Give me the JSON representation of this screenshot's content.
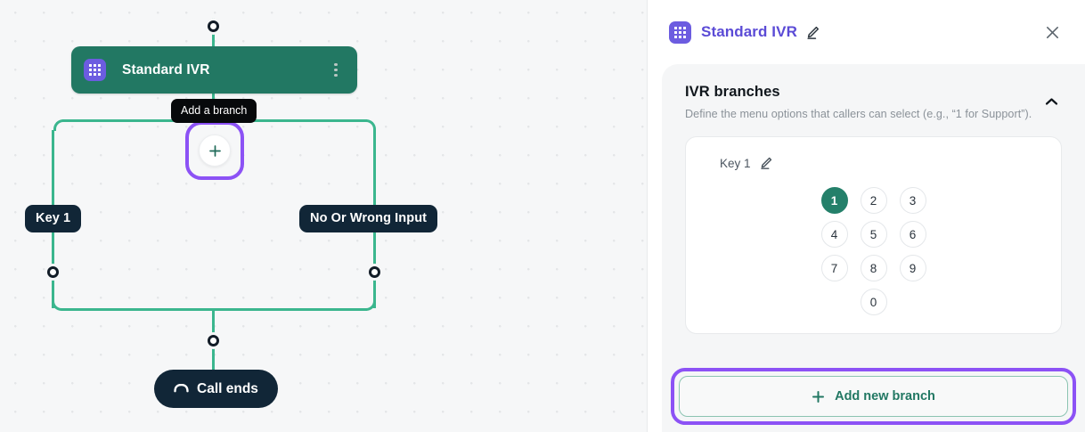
{
  "canvas": {
    "ivr_node": {
      "title": "Standard IVR",
      "icon": "keypad-grid-icon",
      "menu_icon": "more-vertical-icon",
      "color": "#227863",
      "icon_color": "#6c5ce0"
    },
    "tooltip": {
      "text": "Add a branch"
    },
    "add_branch_button": {
      "icon": "plus-icon",
      "highlight_color": "#8c52f5"
    },
    "branch_labels": [
      {
        "text": "Key 1"
      },
      {
        "text": "No Or Wrong Input"
      }
    ],
    "end_node": {
      "label": "Call ends",
      "icon": "phone-hangup-icon"
    },
    "edge_color": "#3bb68e"
  },
  "panel": {
    "header": {
      "icon": "keypad-grid-icon",
      "title": "Standard IVR",
      "edit_icon": "pencil-icon",
      "close_icon": "close-icon",
      "title_color": "#5b4bd6"
    },
    "section": {
      "title": "IVR branches",
      "description": "Define the menu options that callers can select (e.g., “1 for Support”).",
      "collapse_icon": "chevron-up-icon"
    },
    "branch": {
      "key_label": "Key 1",
      "edit_icon": "pencil-icon",
      "keypad": [
        {
          "digit": "1",
          "selected": true
        },
        {
          "digit": "2",
          "selected": false
        },
        {
          "digit": "3",
          "selected": false
        },
        {
          "digit": "4",
          "selected": false
        },
        {
          "digit": "5",
          "selected": false
        },
        {
          "digit": "6",
          "selected": false
        },
        {
          "digit": "7",
          "selected": false
        },
        {
          "digit": "8",
          "selected": false
        },
        {
          "digit": "9",
          "selected": false
        },
        {
          "digit": "0",
          "selected": false
        }
      ],
      "selected_color": "#24806a"
    },
    "add_new_branch": {
      "label": "Add new branch",
      "icon": "plus-icon",
      "highlight_color": "#8c52f5",
      "text_color": "#227863"
    }
  }
}
